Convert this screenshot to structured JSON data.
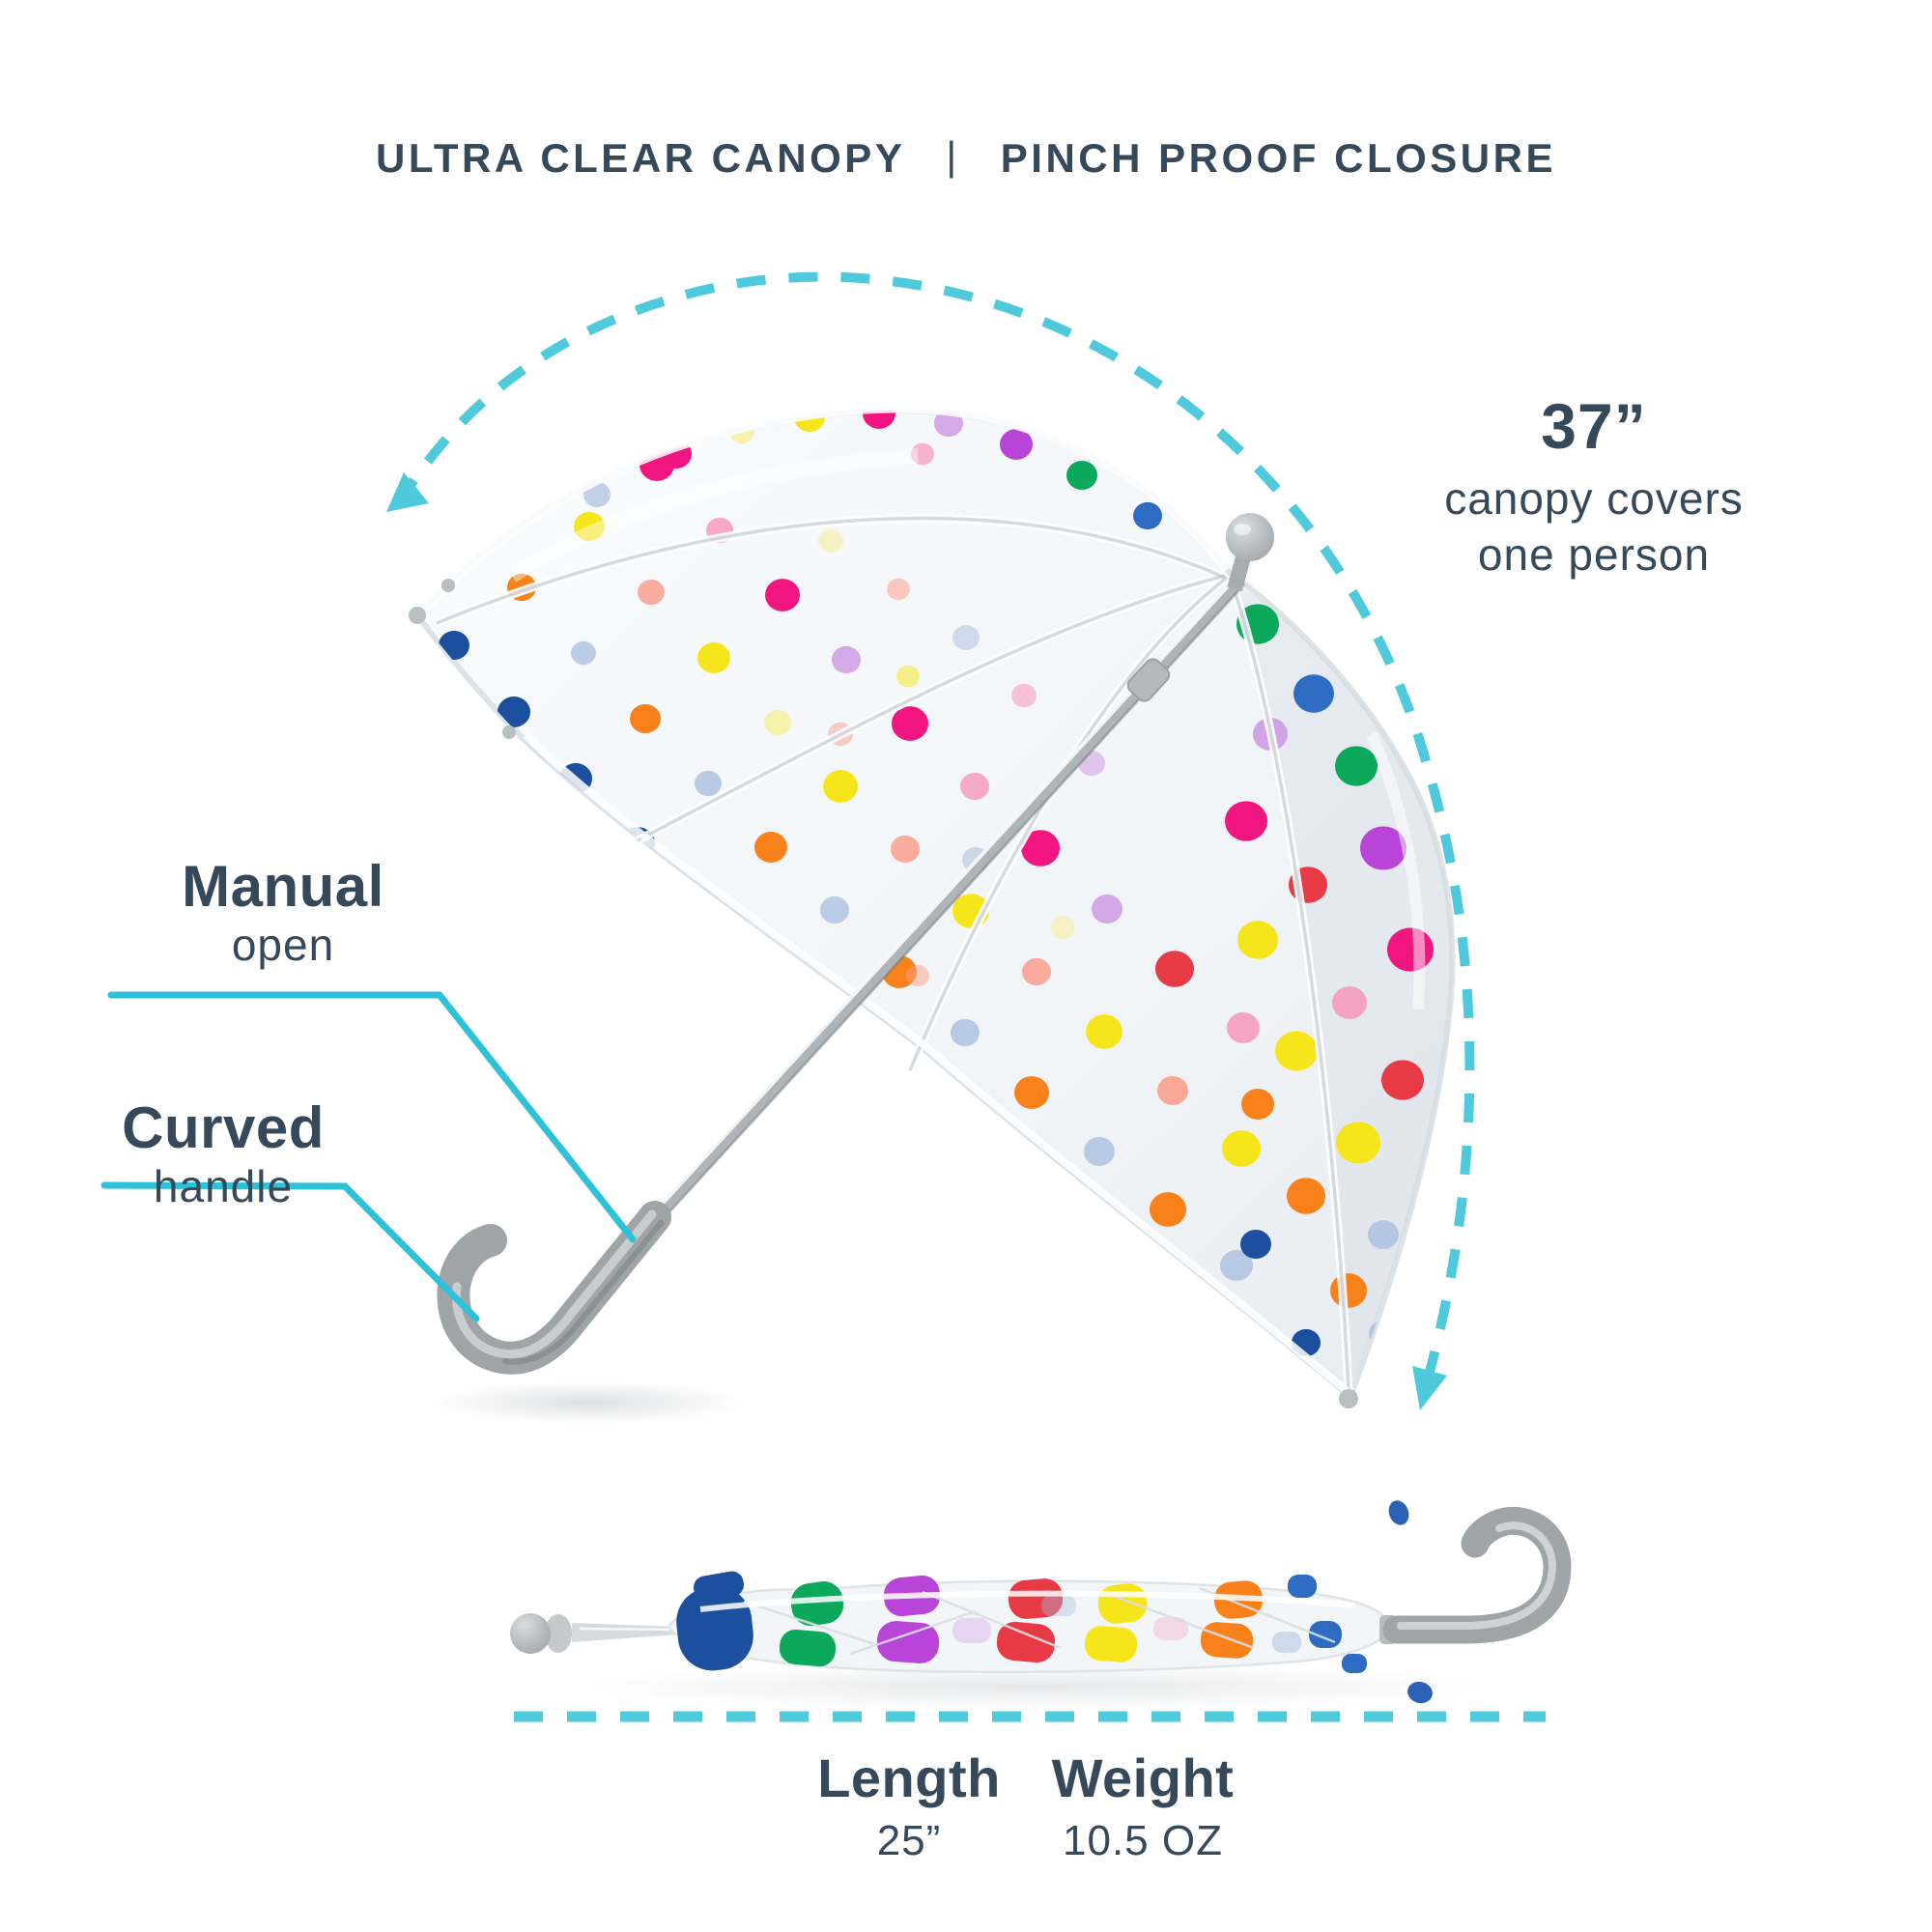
{
  "title": {
    "left": "ULTRA CLEAR CANOPY",
    "divider": "|",
    "right": "PINCH PROOF CLOSURE"
  },
  "canopy_note": {
    "headline": "37”",
    "line1": "canopy covers",
    "line2": "one person"
  },
  "labels": {
    "manual": {
      "bold": "Manual",
      "light": "open"
    },
    "curved": {
      "bold": "Curved",
      "light": "handle"
    }
  },
  "specs": {
    "length": {
      "label": "Length",
      "value": "25”"
    },
    "weight": {
      "label": "Weight",
      "value": "10.5 OZ"
    }
  },
  "colors": {
    "text": "#36495A",
    "callout_teal": "#2FC1D8",
    "arc_teal": "#4FCADC",
    "handle_gray": "#9FA5A7",
    "silver": "#C6CBCE",
    "canopy_edge": "#DDE2E7",
    "dot_palette": {
      "navy": "#1C4F9E",
      "blue": "#2E6CC2",
      "pblue": "#A9BEDF",
      "green": "#0CA85C",
      "yel": "#F7E51C",
      "pyel": "#F8EFA3",
      "org": "#F88119",
      "ror": "#F15B26",
      "mag": "#F0157F",
      "pink": "#F795BB",
      "sal": "#FA9F8D",
      "pur": "#B844D8",
      "lpur": "#CF9AE4",
      "red": "#E83A44"
    }
  }
}
